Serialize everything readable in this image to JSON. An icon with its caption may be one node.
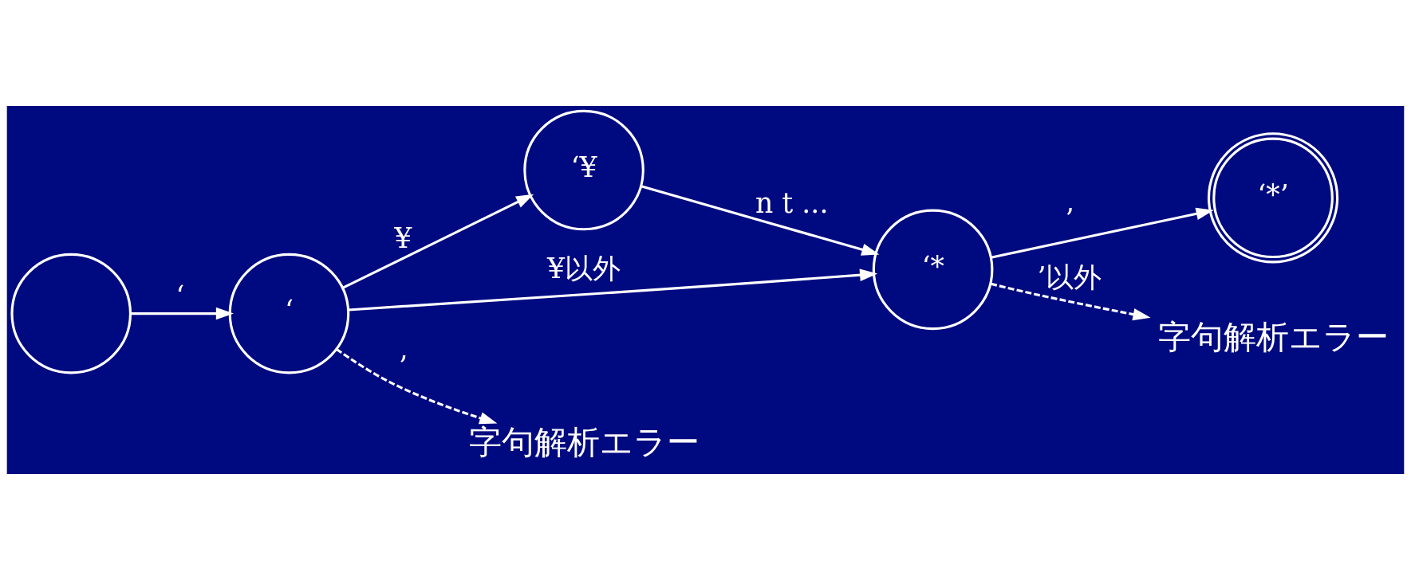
{
  "diagram": {
    "nodes": [
      {
        "text": [],
        "shape": "circle"
      },
      {
        "text": [
          "‘"
        ]
      },
      {
        "text": [
          "‘¥"
        ]
      },
      {
        "text": [
          "‘*"
        ]
      },
      {
        "text": [
          "‘*’"
        ]
      },
      {
        "text": [
          "字句解析エラー"
        ]
      },
      {
        "text": [
          "字句解析エラー"
        ]
      }
    ],
    "edges": [
      {
        "from": 0,
        "to": 1,
        "arrow": "to",
        "label": "‘"
      },
      {
        "from": 1,
        "to": 2,
        "arrow": "to",
        "label": "¥"
      },
      {
        "from": 2,
        "to": 3,
        "arrow": "to",
        "label": "n t ..."
      },
      {
        "from": 1,
        "to": 3,
        "arrow": "to",
        "label": "¥以外"
      },
      {
        "from": 3,
        "to": 4,
        "arrow": "to",
        "label": "’"
      },
      {
        "from": 1,
        "to": 5,
        "arrow": "to",
        "label": "’",
        "style": "dashed"
      },
      {
        "from": 3,
        "to": 6,
        "arrow": "to",
        "label": "’以外",
        "style": "dashed"
      }
    ]
  }
}
